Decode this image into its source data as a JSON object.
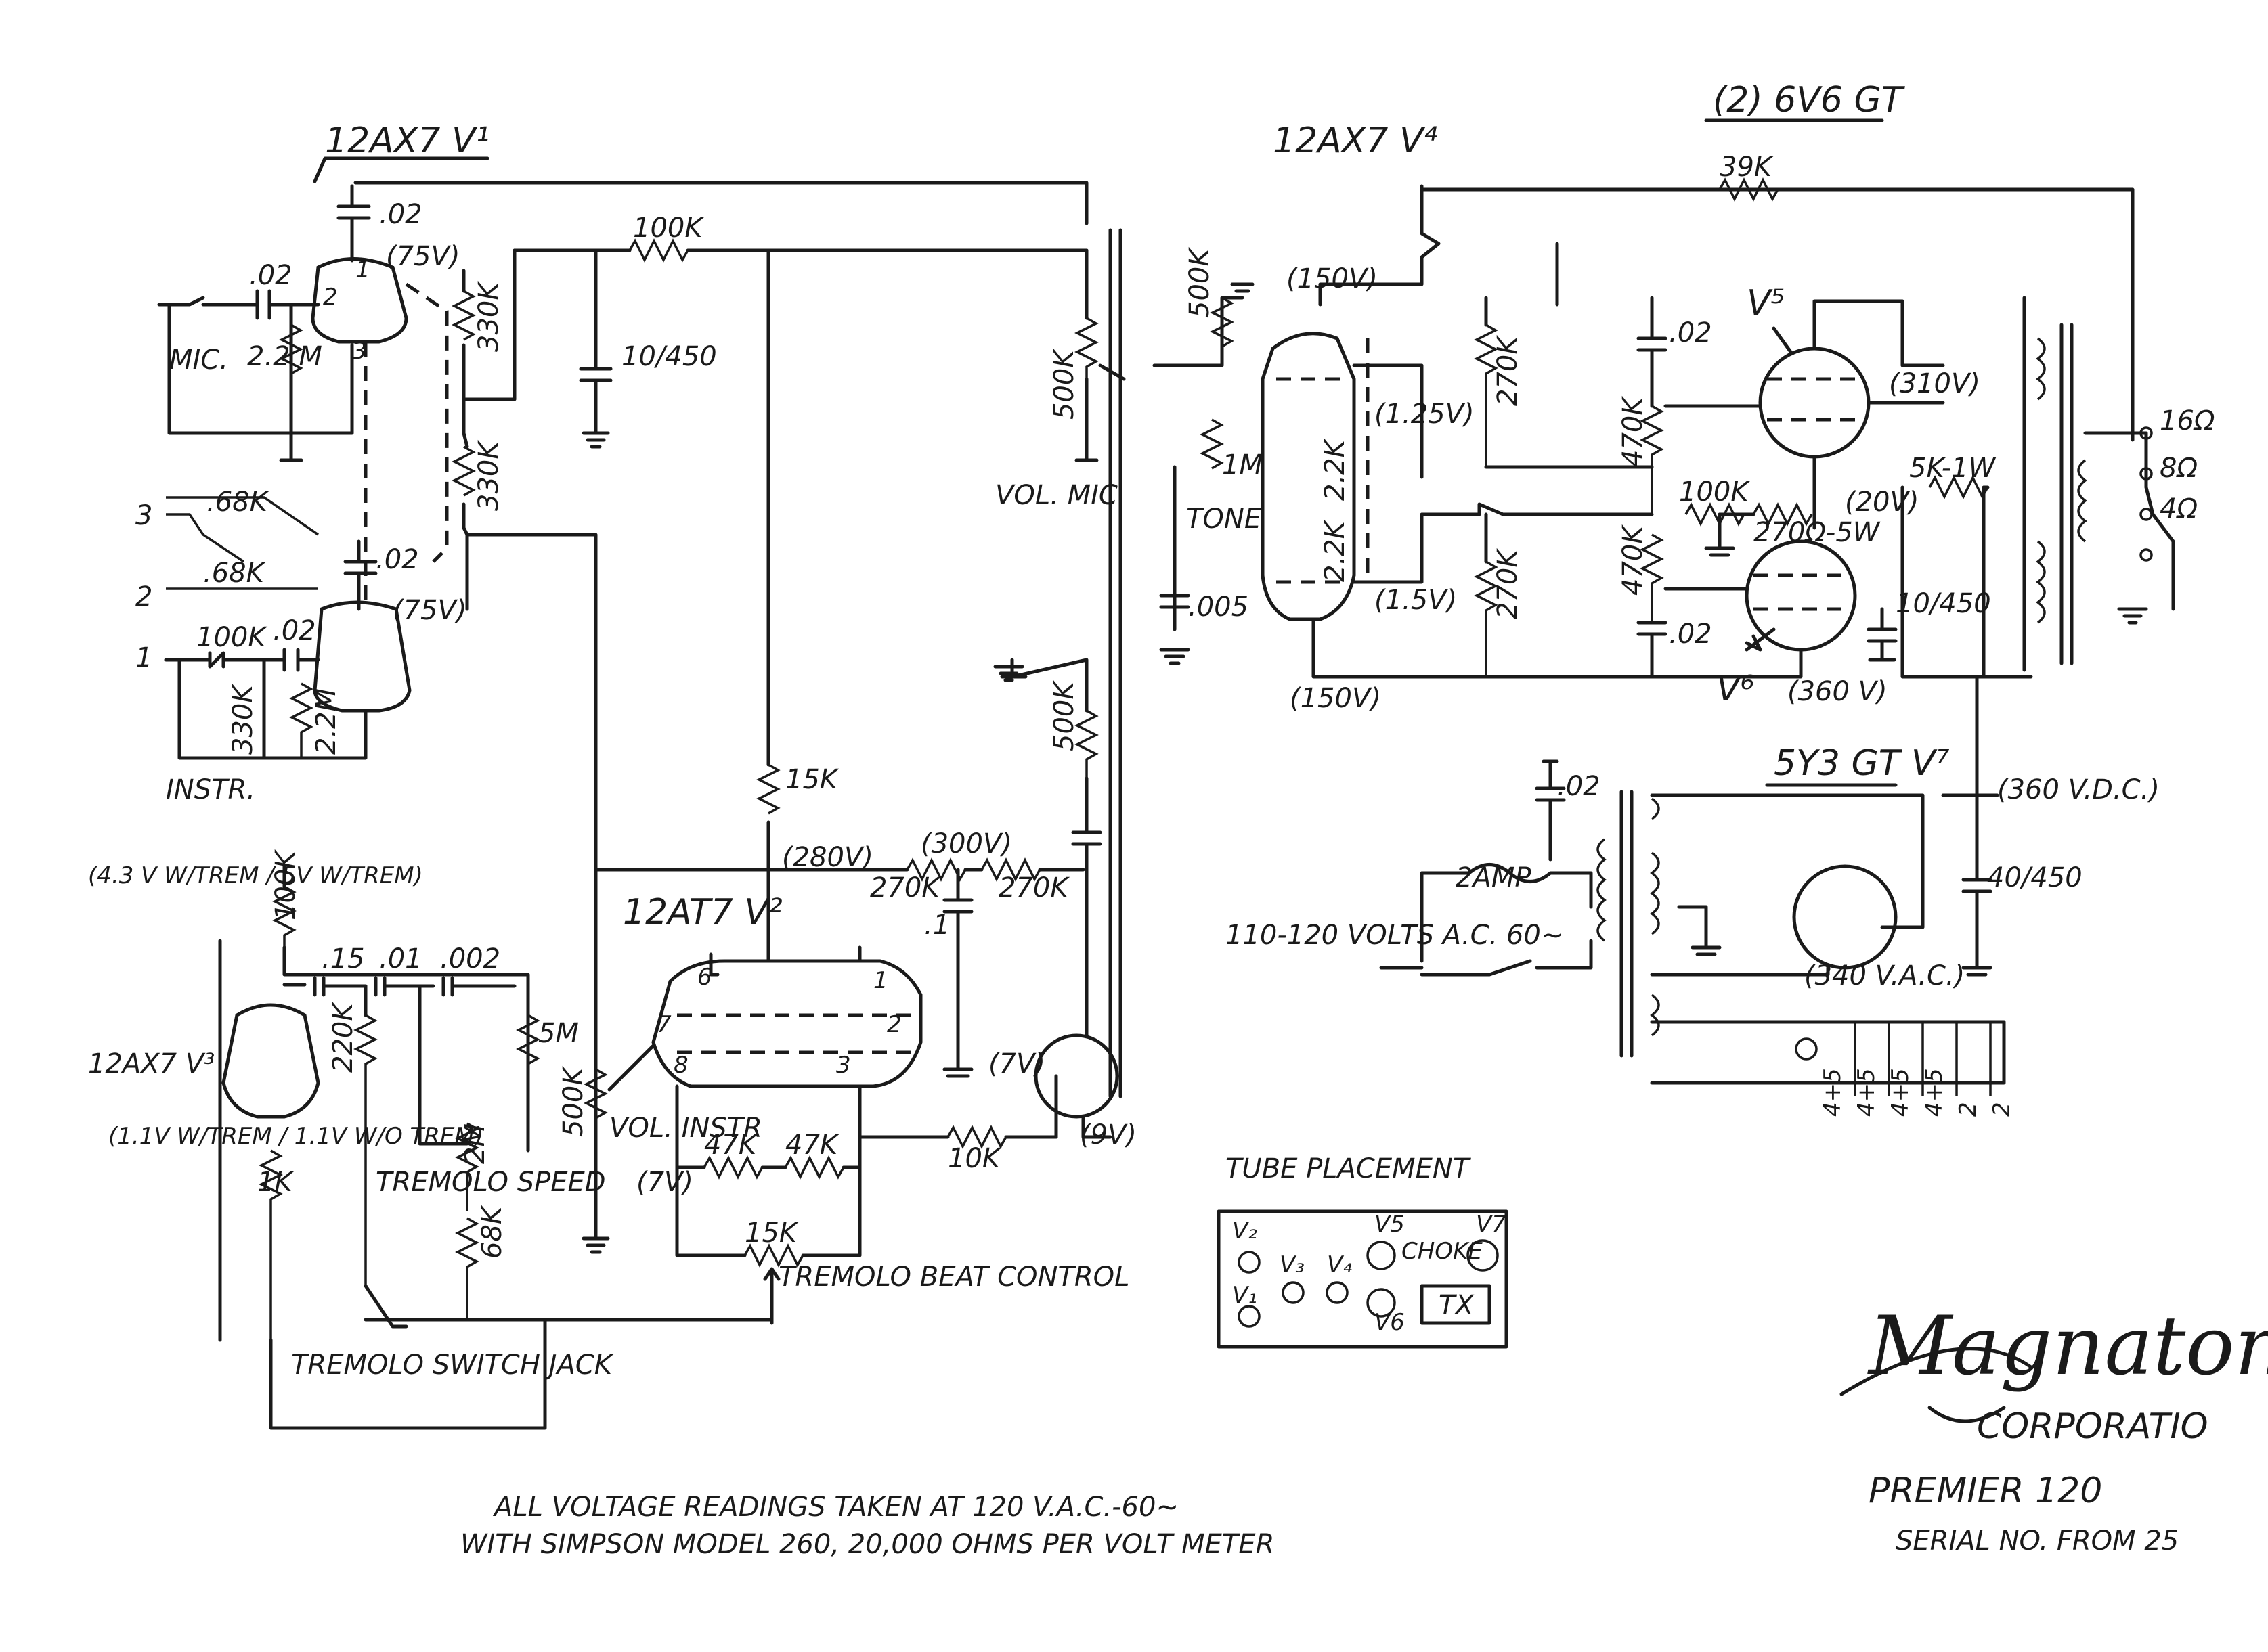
{
  "tubes": {
    "v1": "12AX7  V¹",
    "v4": "12AX7  V⁴",
    "v5v6": "(2) 6V6 GT",
    "v2": "12AT7  V²",
    "v7": "5Y3 GT  V⁷",
    "v5": "V⁵",
    "v6": "V⁶",
    "v3": "12AX7 V³"
  },
  "components": {
    "c_02_top": ".02",
    "c_02_mic": ".02",
    "r_2_2m": "2.2 M",
    "mic": "MIC.",
    "r_330k_a": "330K",
    "r_330k_b": "330K",
    "r_100k_top": "100K",
    "c_10_450": "10/450",
    "r_500k_vol": "500K",
    "vol_mic": "VOL. MIC",
    "r_68k": ".68K",
    "r_68k_b": ".68K",
    "c_02_mid": ".02",
    "r_100k_instr": "100K",
    "c_02_instr": ".02",
    "r_330k_instr": "330K",
    "r_2_2m_b": "2.2M",
    "instr": "INSTR.",
    "jack3": "3",
    "jack2": "2",
    "jack1": "1",
    "r_15k": "15K",
    "v280": "(280V)",
    "v300": "(300V)",
    "r_270k_a": "270K",
    "r_270k_b": "270K",
    "c_1": ".1",
    "r_500k_b": "500K",
    "v75": "(75V)",
    "v75b": "(75V)",
    "trem_top": "(4.3 V W/TREM / 5V W/TREM)",
    "r_100k_trem": "100K",
    "c_15": ".15",
    "c_01": ".01",
    "c_002": ".002",
    "r_220k": "220K",
    "r_5m": "5M",
    "v3_lbl": "12AX7 V³",
    "trem_bot": "(1.1V W/TREM / 1.1V W/O TREM)",
    "r_1k": "1K",
    "r_2m": "2M",
    "trem_speed": "TREMOLO SPEED",
    "r_68k_c": "68K",
    "trem_jack": "TREMOLO SWITCH JACK",
    "r_500k_instr": "500K",
    "vol_instr": "VOL. INSTR",
    "v7v": "(7V)",
    "r_47k_a": "47K",
    "r_47k_b": "47K",
    "r_15k_beat": "15K",
    "beat": "TREMOLO BEAT CONTROL",
    "r_10k": "10K",
    "v7b": "(7V)",
    "v9": "(9V)",
    "r_500k_tone_top": "500K",
    "tone": "TONE",
    "r_1m": "1M",
    "c_005": ".005",
    "v150": "(150V)",
    "v150b": "(150V)",
    "r_2_2k_a": "2.2K",
    "r_2_2k_b": "2.2K",
    "v125": "(1.25V)",
    "v15": "(1.5V)",
    "r_270k_c": "270K",
    "r_270k_d": "270K",
    "c_02_v4a": ".02",
    "c_02_v4b": ".02",
    "r_470k_a": "470K",
    "r_470k_b": "470K",
    "r_100k_bias": "100K",
    "r_270_5w": "270Ω-5W",
    "v20": "(20V)",
    "v310": "(310V)",
    "v360": "(360 V)",
    "r_5k_1w": "5K-1W",
    "c_10_450b": "10/450",
    "r_39k": "39K",
    "spk16": "16Ω",
    "spk8": "8Ω",
    "spk4": "4Ω",
    "v360dc": "(360 V.D.C.)",
    "c_40_450": "40/450",
    "v340ac": "(340 V.A.C.)",
    "c_02_pwr": ".02",
    "fuse": "2AMP",
    "mains": "110-120 VOLTS A.C. 60∼",
    "heaters": [
      "2",
      "2",
      "4+5",
      "4+5",
      "4+5",
      "4+5"
    ]
  },
  "placement": {
    "title": "TUBE PLACEMENT",
    "v1": "V₁",
    "v2": "V₂",
    "v3": "V₃",
    "v4": "V₄",
    "v5": "V5",
    "v6": "V6",
    "v7": "V7",
    "tx": "TX",
    "choke": "CHOKE"
  },
  "footer": {
    "note_line1": "ALL VOLTAGE READINGS TAKEN AT 120 V.A.C.-60~",
    "note_line2": "WITH SIMPSON MODEL 260, 20,000 OHMS PER VOLT METER",
    "signature": "Magnatone",
    "corp": "CORPORATIO",
    "model": "PREMIER 120",
    "serial": "SERIAL NO.  FROM 25"
  }
}
